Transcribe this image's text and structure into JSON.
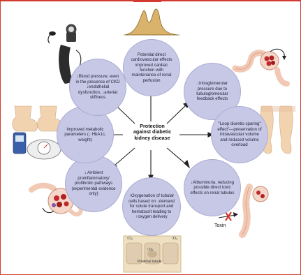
{
  "center": {
    "label": "Protection\nagainst diabetic\nkidney disease"
  },
  "circles": {
    "top": "Potential direct cardiovascular effects improved cardiac function with maintenance of renal perfusion",
    "top_right": "↓Intraglomerular pressure due to tubuloglomerular feedback effects",
    "right": "\"Loop diuretic-sparing\" effect\"—preservation of intravascular volume and reduced volume overload",
    "bottom_right": "↓Albuminuria, reducing possible direct toxic effects on renal tubules",
    "bottom": "↑Oxygenation of tubular cells based on ↓demand for solute transport and hematocrit leading to ↑oxygen delivery",
    "bottom_left": "↓ Ambient proinflammatory/ profibrotic pathways (experimental evidence only)",
    "left": "Improved metabolic parameters (↓ HbA1c, weight)",
    "top_left": "↓Blood pressure, even in the presence of CKD ↓endothelial dysfunction, ↓arterial stiffness"
  },
  "illustration_labels": {
    "toxin": "Toxin",
    "o2_left": "↑O₂",
    "o2_center": "↑O₂",
    "o2_right": "↑O₂",
    "proximal_tubule": "Proximal tubule"
  },
  "colors": {
    "circle_fill": "#c7c8e6",
    "frame": "#d23a2f",
    "kidney_red": "#c2282b",
    "skin": "#f2d3b0",
    "cell_tan": "#e8d8b8"
  }
}
